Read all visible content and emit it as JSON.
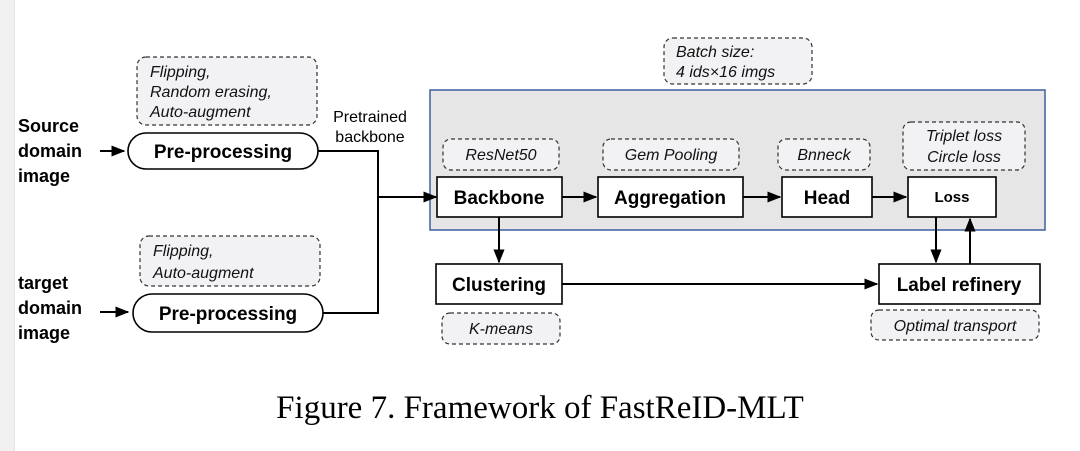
{
  "inputs": {
    "source": [
      "Source",
      "domain",
      "image"
    ],
    "target": [
      "target",
      "domain",
      "image"
    ]
  },
  "notes": {
    "source_aug": [
      "Flipping,",
      "Random erasing,",
      "Auto-augment"
    ],
    "target_aug": [
      "Flipping,",
      "Auto-augment"
    ],
    "batch": [
      "Batch size:",
      "4 ids×16 imgs"
    ],
    "backbone": "ResNet50",
    "aggregation": "Gem Pooling",
    "head": "Bnneck",
    "loss": [
      "Triplet loss",
      "Circle loss"
    ],
    "clustering": "K-means",
    "refinery": "Optimal transport"
  },
  "blocks": {
    "preprocess_source": "Pre-processing",
    "preprocess_target": "Pre-processing",
    "backbone": "Backbone",
    "aggregation": "Aggregation",
    "head": "Head",
    "loss": "Loss",
    "clustering": "Clustering",
    "refinery": "Label refinery"
  },
  "pretrained_label": [
    "Pretrained",
    "backbone"
  ],
  "caption": "Figure 7. Framework of FastReID-MLT",
  "colors": {
    "panel_fill": "#e6e6e6",
    "panel_border": "#3b5fa0",
    "note_fill": "#f2f2f5"
  }
}
